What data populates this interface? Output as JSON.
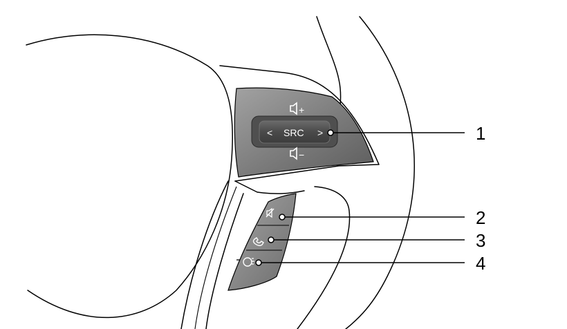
{
  "controls": {
    "src_label": "SRC",
    "left_label": "<",
    "right_label": ">",
    "vol_up_label": "+",
    "vol_down_label": "−"
  },
  "callouts": [
    {
      "number": "1"
    },
    {
      "number": "2"
    },
    {
      "number": "3"
    },
    {
      "number": "4"
    }
  ],
  "icons": [
    "volume-up-icon",
    "volume-down-icon",
    "mute-icon",
    "phone-icon",
    "voice-control-icon"
  ],
  "colors": {
    "line": "#000000",
    "panel_light": "#8f8f8f",
    "panel_dark": "#5c5c5c",
    "background": "#ffffff"
  }
}
